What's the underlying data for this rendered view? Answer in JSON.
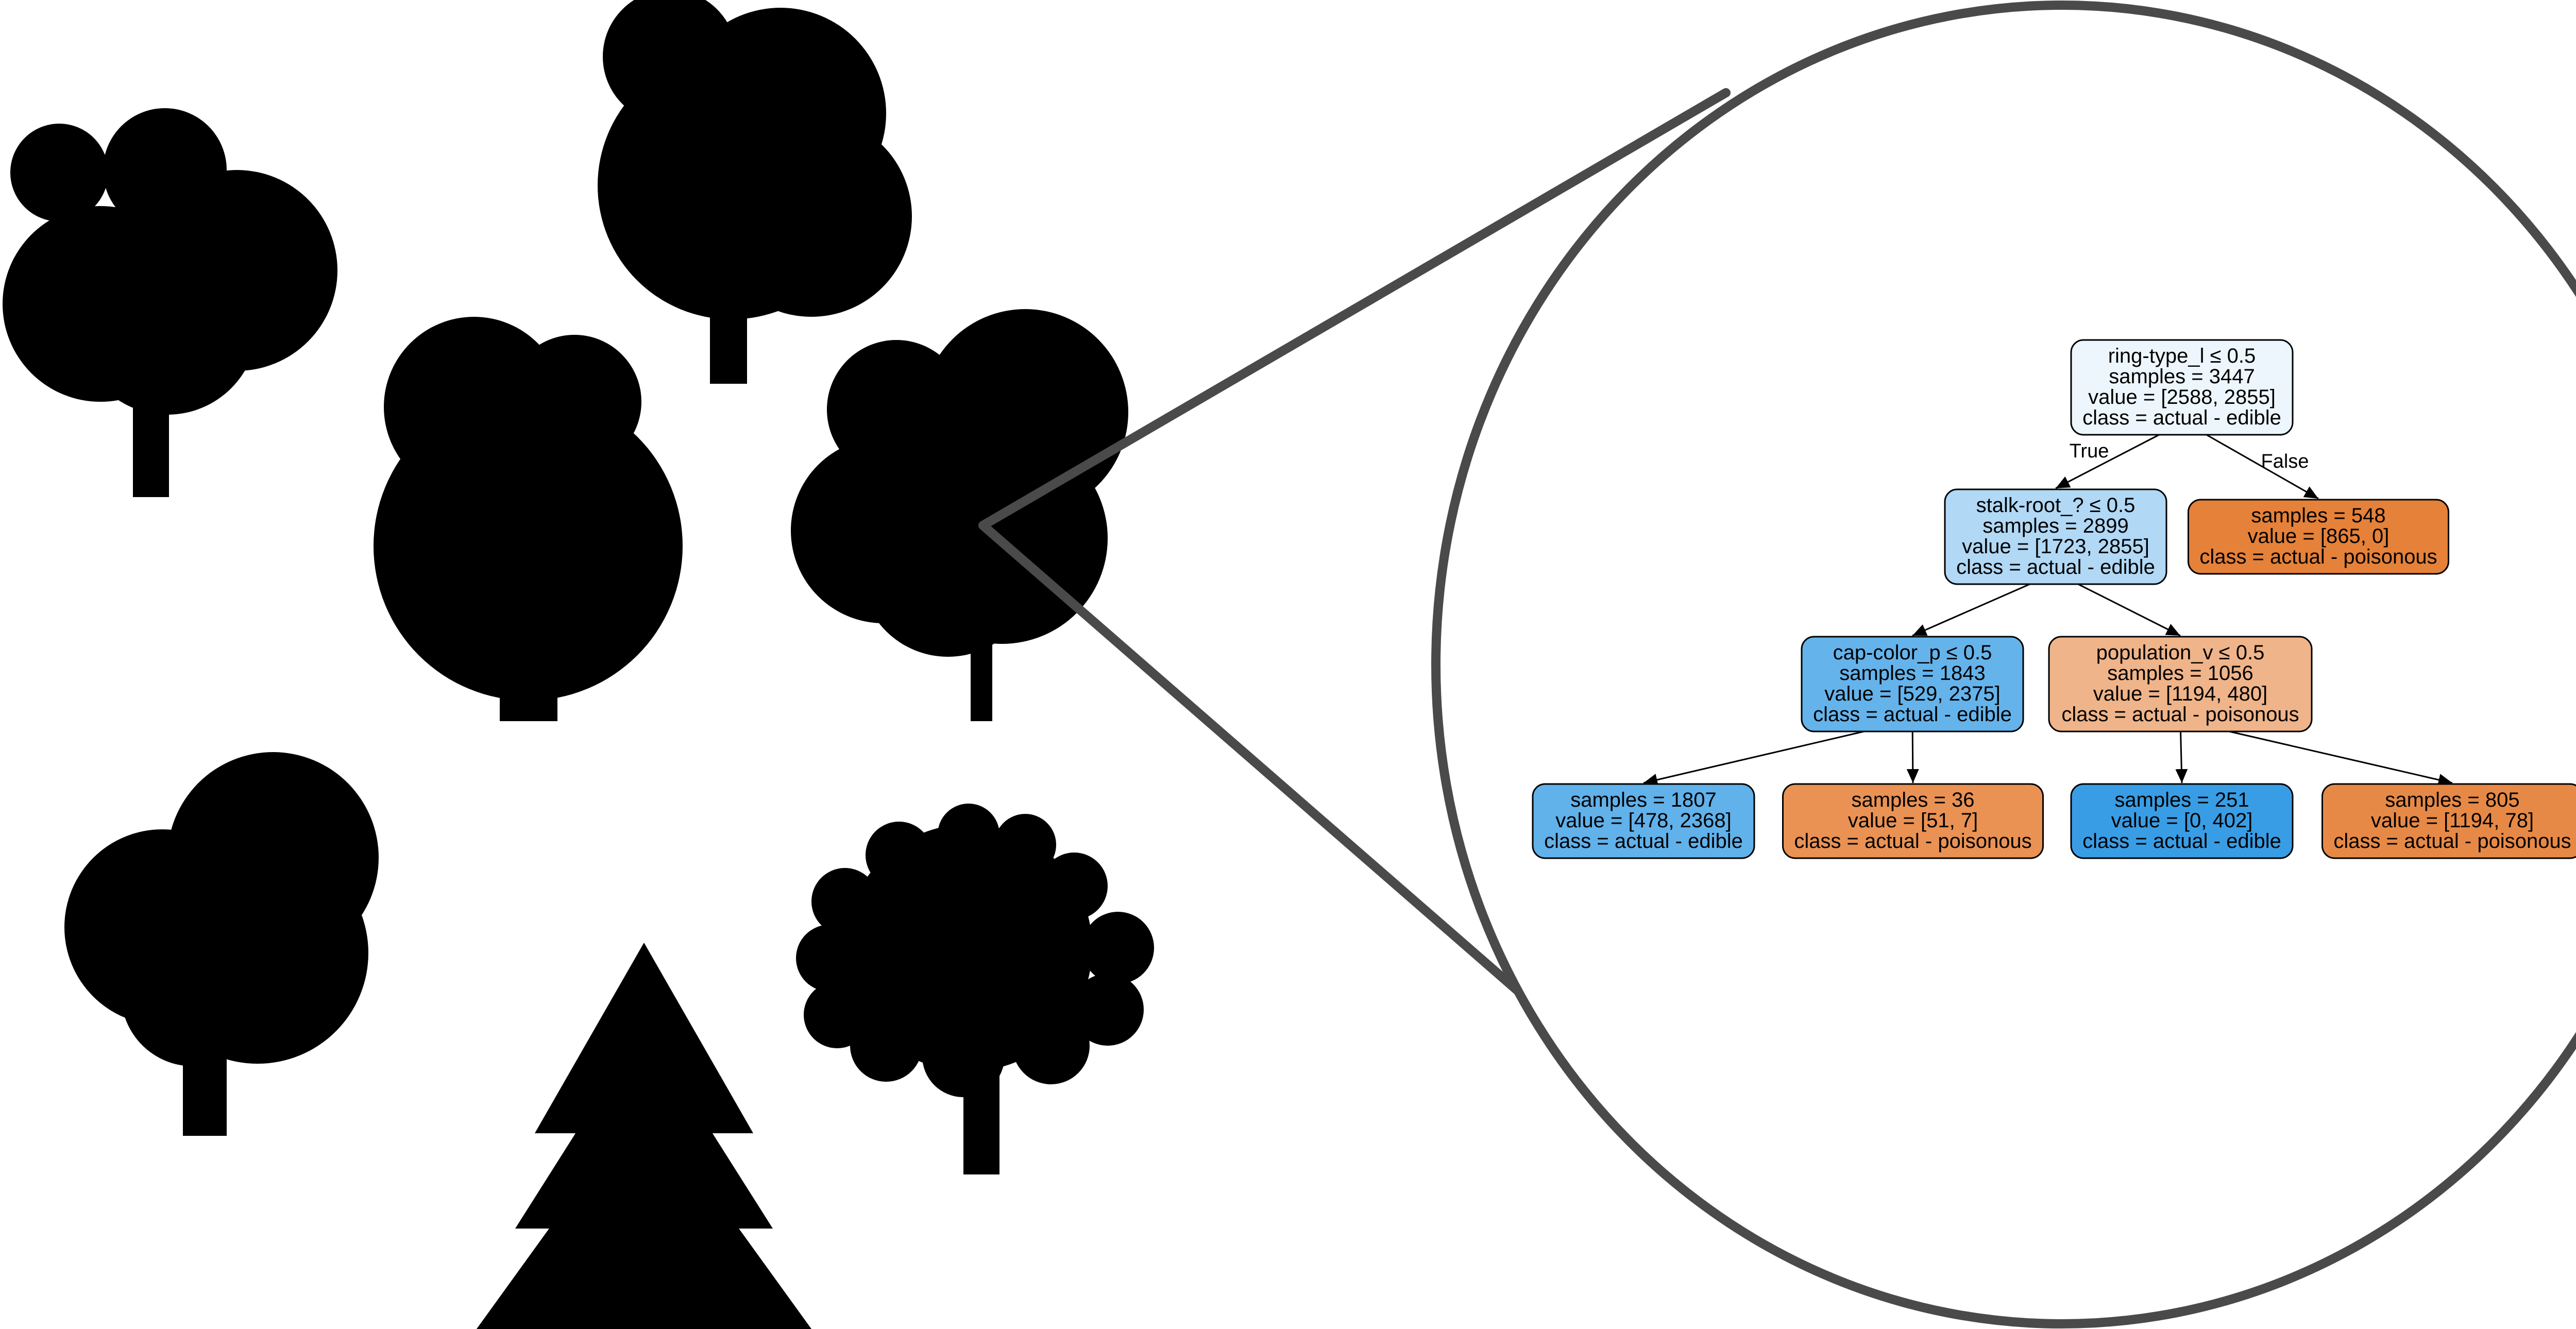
{
  "colors": {
    "silhouette": "#000000",
    "lens": "#4a4a4a",
    "edge": "#000000",
    "node_stroke": "#000000"
  },
  "tree": {
    "nodes": [
      {
        "id": "root",
        "lines": [
          "ring-type_l ≤ 0.5",
          "samples = 3447",
          "value = [2588, 2855]",
          "class = actual - edible"
        ],
        "fill": "#edf6fd"
      },
      {
        "id": "n1",
        "lines": [
          "stalk-root_? ≤ 0.5",
          "samples = 2899",
          "value = [1723, 2855]",
          "class = actual - edible"
        ],
        "fill": "#b1d8f5"
      },
      {
        "id": "n2",
        "lines": [
          "samples = 548",
          "value = [865, 0]",
          "class = actual - poisonous"
        ],
        "fill": "#e58139"
      },
      {
        "id": "n3",
        "lines": [
          "cap-color_p ≤ 0.5",
          "samples = 1843",
          "value = [529, 2375]",
          "class = actual - edible"
        ],
        "fill": "#65b3eb"
      },
      {
        "id": "n4",
        "lines": [
          "population_v ≤ 0.5",
          "samples = 1056",
          "value = [1194, 480]",
          "class = actual - poisonous"
        ],
        "fill": "#efb489"
      },
      {
        "id": "n5",
        "lines": [
          "samples = 1807",
          "value = [478, 2368]",
          "class = actual - edible"
        ],
        "fill": "#61b1ea"
      },
      {
        "id": "n6",
        "lines": [
          "samples = 36",
          "value = [51, 7]",
          "class = actual - poisonous"
        ],
        "fill": "#e99254"
      },
      {
        "id": "n7",
        "lines": [
          "samples = 251",
          "value = [0, 402]",
          "class = actual - edible"
        ],
        "fill": "#399de5"
      },
      {
        "id": "n8",
        "lines": [
          "samples = 805",
          "value = [1194, 78]",
          "class = actual - poisonous"
        ],
        "fill": "#e78946"
      }
    ],
    "edges": [
      {
        "from": "root",
        "to": "n1",
        "label": "True"
      },
      {
        "from": "root",
        "to": "n2",
        "label": "False"
      },
      {
        "from": "n1",
        "to": "n3",
        "label": ""
      },
      {
        "from": "n1",
        "to": "n4",
        "label": ""
      },
      {
        "from": "n3",
        "to": "n5",
        "label": ""
      },
      {
        "from": "n3",
        "to": "n6",
        "label": ""
      },
      {
        "from": "n4",
        "to": "n7",
        "label": ""
      },
      {
        "from": "n4",
        "to": "n8",
        "label": ""
      }
    ]
  }
}
